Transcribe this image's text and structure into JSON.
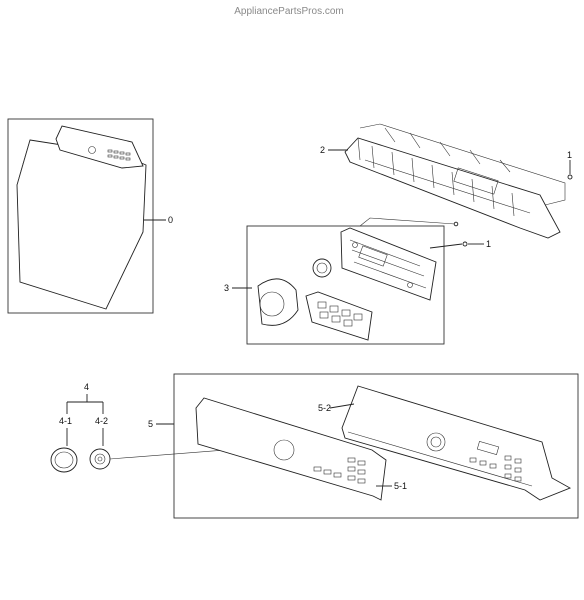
{
  "watermark": "AppliancePartsPros.com",
  "callouts": {
    "washer": "0",
    "panel_top": "2",
    "screw_top": "1",
    "pcb_assembly": "3",
    "screw_pcb": "1",
    "knob_assembly": "4",
    "knob_cap": "4-1",
    "knob_body": "4-2",
    "panel_group": "5",
    "panel_frame": "5-2",
    "panel_overlay": "5-1"
  }
}
